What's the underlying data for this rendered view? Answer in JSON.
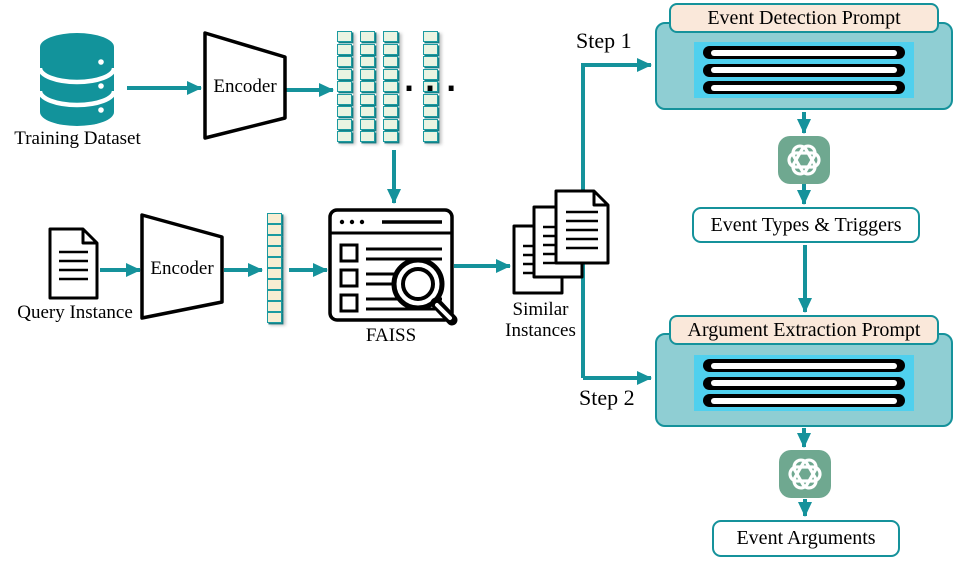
{
  "figure": {
    "left_flow": {
      "training_dataset_label": "Training Dataset",
      "encoder_top_label": "Encoder",
      "encoder_bottom_label": "Encoder",
      "query_instance_label": "Query Instance",
      "ellipsis": "...",
      "faiss_label": "FAISS",
      "similar_instances_label": "Similar Instances"
    },
    "steps": {
      "step1": "Step 1",
      "step2": "Step 2"
    },
    "right_flow": {
      "event_detection_prompt": "Event Detection Prompt",
      "event_types_triggers": "Event Types & Triggers",
      "argument_extraction_prompt": "Argument Extraction Prompt",
      "event_arguments": "Event Arguments"
    },
    "embeddings": {
      "train_columns": 4,
      "cells_per_column": 9,
      "query_cells": 10
    },
    "icons": {
      "database": "database-icon",
      "encoder": "encoder-trapezoid",
      "query_document": "document-icon",
      "faiss": "faiss-search-window-icon",
      "magnifier": "magnifier-icon",
      "similar_documents": "documents-stack-icon",
      "gpt": "openai-gpt-icon"
    },
    "colors": {
      "teal_accent": "#15929b",
      "database_teal": "#12939b",
      "prompt_box_fill": "#8fced3",
      "prompt_inner_cyan": "#4fd0ee",
      "prompt_tab_peach": "#fae8da",
      "gpt_green": "#6fa890",
      "train_cell_green": "#eaf4e2",
      "query_cell_cream": "#f8edd2",
      "cell_border": "#1b9aa0"
    }
  }
}
